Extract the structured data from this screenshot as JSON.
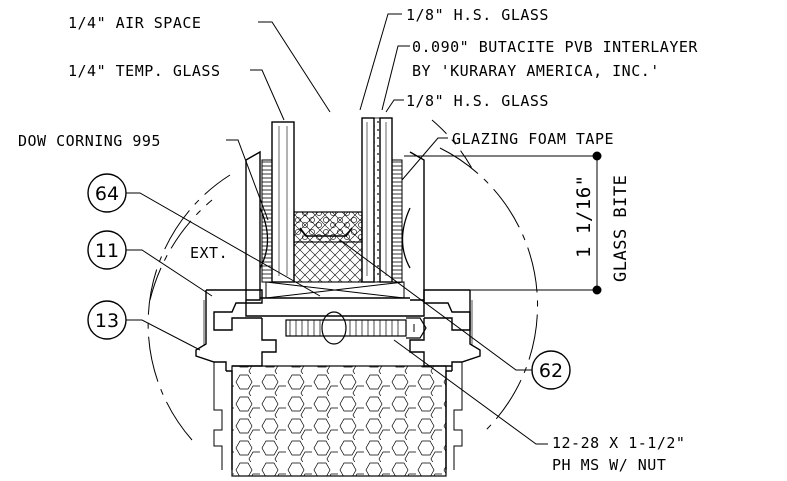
{
  "labels": {
    "air_space": "1/4\" AIR SPACE",
    "hs_glass_top": "1/8\" H.S. GLASS",
    "pvb_line1": "0.090\" BUTACITE PVB INTERLAYER",
    "pvb_line2": "BY 'KURARAY AMERICA, INC.'",
    "temp_glass": "1/4\" TEMP. GLASS",
    "hs_glass_bottom": "1/8\" H.S. GLASS",
    "dow_corning": "DOW CORNING 995",
    "glazing_foam": "GLAZING FOAM TAPE",
    "ext": "EXT.",
    "screw_line1": "12-28 X 1-1/2\"",
    "screw_line2": "PH MS W/ NUT"
  },
  "dimension": {
    "value": "1 1/16\"",
    "caption": "GLASS BITE"
  },
  "tags": {
    "t64": "64",
    "t11": "11",
    "t13": "13",
    "t62": "62"
  },
  "colors": {
    "line": "#000000",
    "background": "#ffffff"
  }
}
